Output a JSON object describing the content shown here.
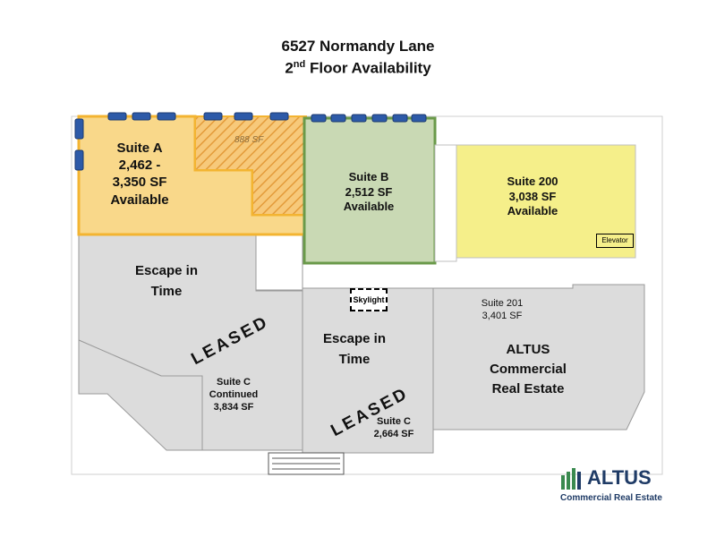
{
  "title": {
    "line1": "6527 Normandy Lane",
    "line2_prefix": "2",
    "line2_sup": "nd",
    "line2_suffix": " Floor Availability"
  },
  "suites": {
    "suite_a": {
      "name": "Suite A",
      "size": "2,462  -",
      "size2": "3,350 SF",
      "status": "Available",
      "extra_sf": "888 SF"
    },
    "suite_b": {
      "name": "Suite B",
      "size": "2,512 SF",
      "status": "Available"
    },
    "suite_200": {
      "name": "Suite 200",
      "size": "3,038 SF",
      "status": "Available"
    },
    "suite_201": {
      "name": "Suite 201",
      "size": "3,401 SF",
      "tenant_line1": "ALTUS",
      "tenant_line2": "Commercial",
      "tenant_line3": "Real Estate"
    },
    "suite_c_continued": {
      "name": "Suite C",
      "name2": "Continued",
      "size": "3,834 SF"
    },
    "suite_c": {
      "name": "Suite C",
      "size": "2,664 SF"
    },
    "escape_left": {
      "line1": "Escape in",
      "line2": "Time"
    },
    "escape_mid": {
      "line1": "Escape in",
      "line2": "Time"
    }
  },
  "leased_label": "LEASED",
  "elevator_label": "Elevator",
  "skylight_label": "Skylight",
  "logo": {
    "word": "ALTUS",
    "subtitle": "Commercial Real Estate"
  },
  "colors": {
    "suite_a": "#f9d88a",
    "suite_b": "#c9d9b4",
    "suite_200": "#f5ef8a",
    "leased_gray": "#dcdcdc",
    "window_blue": "#2d5aa8",
    "logo_navy": "#1f3b66",
    "logo_green": "#3a8a4f"
  }
}
